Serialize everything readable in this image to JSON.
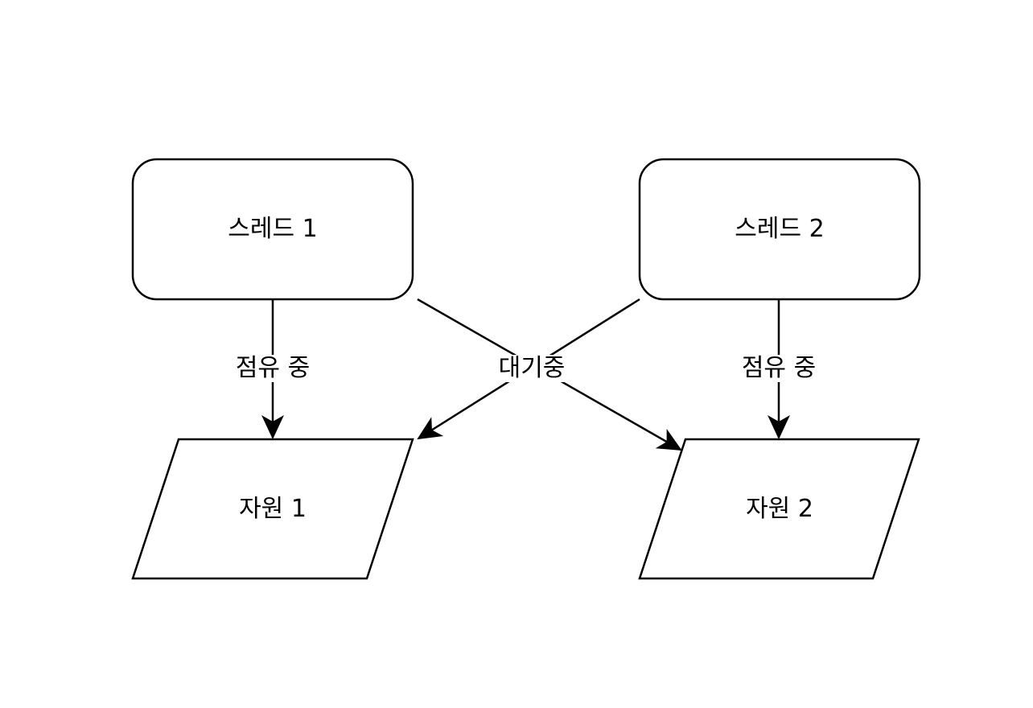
{
  "nodes": {
    "thread1": "스레드 1",
    "thread2": "스레드 2",
    "resource1": "자원 1",
    "resource2": "자원 2"
  },
  "edges": {
    "holding1": "점유 중",
    "holding2": "점유 중",
    "waiting": "대기중"
  },
  "colors": {
    "stroke": "#000000",
    "background": "#ffffff"
  }
}
